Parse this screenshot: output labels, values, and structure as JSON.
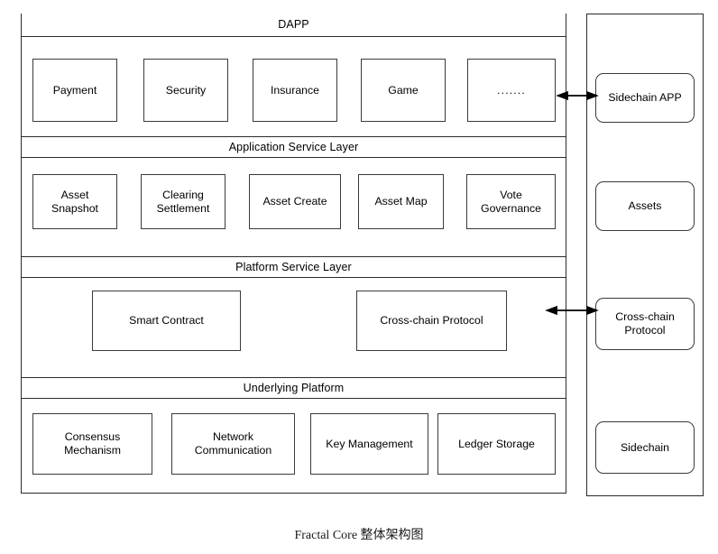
{
  "diagram": {
    "caption": "Fractal Core 整体架构图",
    "accent_color": "#2b2b2b",
    "background_color": "#ffffff",
    "main_panel": {
      "layers": [
        {
          "title": "DAPP",
          "nodes": [
            {
              "label": "Payment"
            },
            {
              "label": "Security"
            },
            {
              "label": "Insurance"
            },
            {
              "label": "Game"
            },
            {
              "label": "......."
            }
          ]
        },
        {
          "title": "Application Service Layer",
          "nodes": [
            {
              "label": "Asset\nSnapshot"
            },
            {
              "label": "Clearing\nSettlement"
            },
            {
              "label": "Asset Create"
            },
            {
              "label": "Asset Map"
            },
            {
              "label": "Vote\nGovernance"
            }
          ]
        },
        {
          "title": "Platform Service Layer",
          "nodes": [
            {
              "label": "Smart Contract"
            },
            {
              "label": "Cross-chain Protocol"
            }
          ]
        },
        {
          "title": "Underlying Platform",
          "nodes": [
            {
              "label": "Consensus\nMechanism"
            },
            {
              "label": "Network\nCommunication"
            },
            {
              "label": "Key Management"
            },
            {
              "label": "Ledger Storage"
            }
          ]
        }
      ]
    },
    "side_panel": {
      "nodes": [
        {
          "label": "Sidechain APP"
        },
        {
          "label": "Assets"
        },
        {
          "label": "Cross-chain\nProtocol"
        },
        {
          "label": "Sidechain"
        }
      ]
    },
    "connectors": [
      {
        "name": "dapp-to-sidechain-app",
        "kind": "double-arrow"
      },
      {
        "name": "crosschain-to-crosschain",
        "kind": "double-arrow"
      }
    ]
  }
}
